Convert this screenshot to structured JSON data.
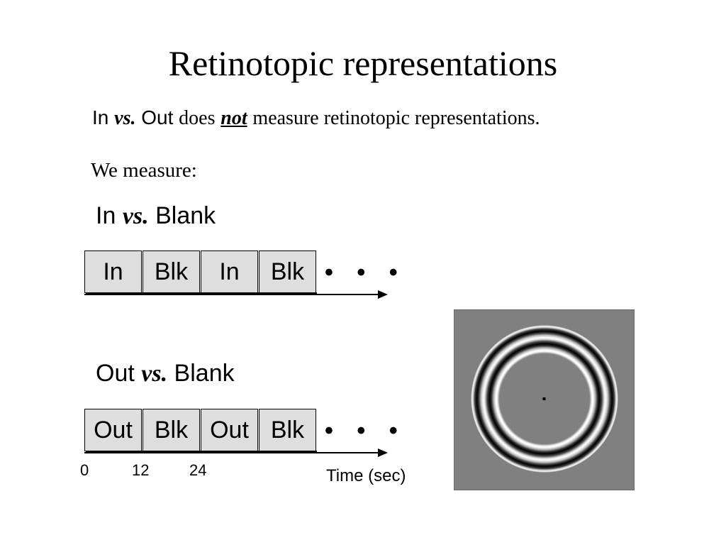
{
  "title": "Retinotopic representations",
  "subtitle": {
    "in": "In",
    "vs": "vs.",
    "out": "Out",
    "does": "does",
    "not": "not",
    "rest": "measure retinotopic representations."
  },
  "we_measure": "We measure:",
  "row1": {
    "label_left": "In",
    "vs": "vs.",
    "label_right": "Blank",
    "blocks": [
      "In",
      "Blk",
      "In",
      "Blk"
    ]
  },
  "row2": {
    "label_left": "Out",
    "vs": "vs.",
    "label_right": "Blank",
    "blocks": [
      "Out",
      "Blk",
      "Out",
      "Blk"
    ]
  },
  "ellipsis": "• • •",
  "axis": {
    "ticks": [
      "0",
      "12",
      "24"
    ],
    "label": "Time (sec)"
  },
  "colors": {
    "block_fill": "#dedede",
    "stimulus_bg": "#808080"
  }
}
